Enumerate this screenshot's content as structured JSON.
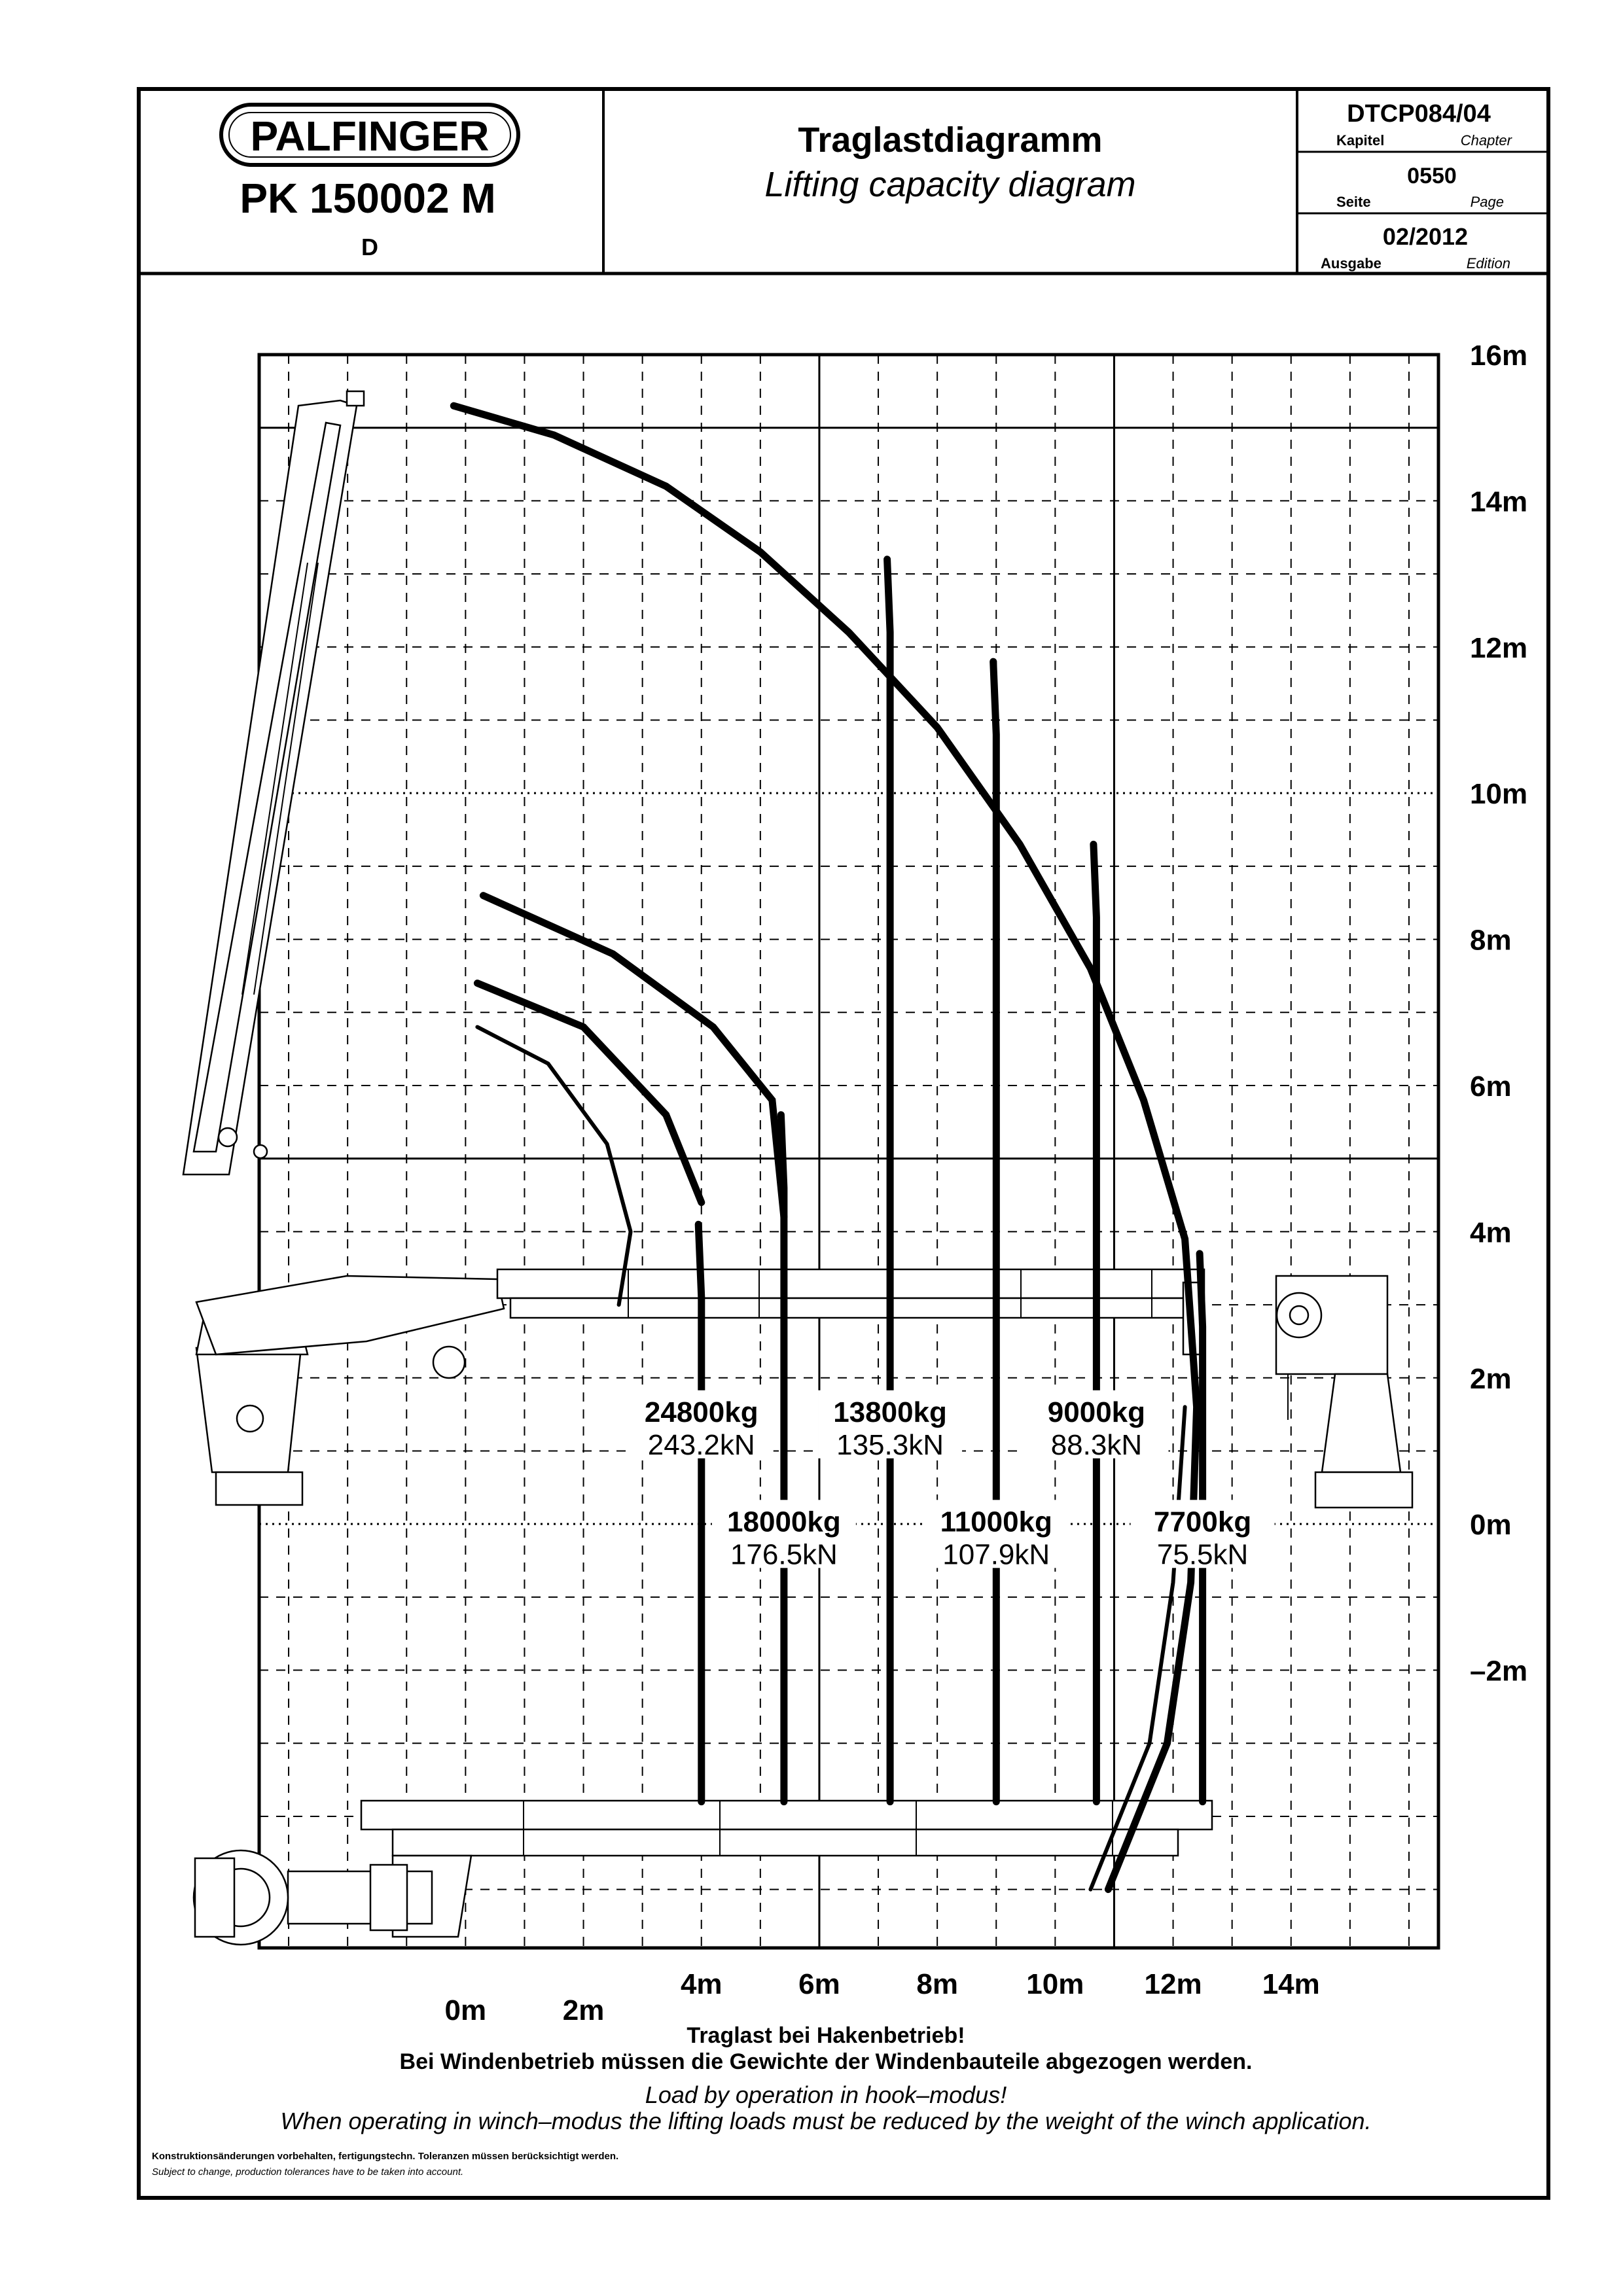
{
  "header": {
    "brand": "PALFINGER",
    "model": "PK 150002 M",
    "variant": "D",
    "title_de": "Traglastdiagramm",
    "title_en": "Lifting capacity diagram",
    "doc_code": "DTCP084/04",
    "chapter_label_de": "Kapitel",
    "chapter_label_en": "Chapter",
    "page_number": "0550",
    "page_label_de": "Seite",
    "page_label_en": "Page",
    "edition": "02/2012",
    "edition_label_de": "Ausgabe",
    "edition_label_en": "Edition"
  },
  "chart_data": {
    "type": "load-chart",
    "x_unit": "m",
    "y_unit": "m",
    "xlim": [
      -3.5,
      16.5
    ],
    "ylim": [
      -5.8,
      16
    ],
    "y_ticks": [
      "16m",
      "14m",
      "12m",
      "10m",
      "8m",
      "6m",
      "4m",
      "2m",
      "0m",
      "–2m"
    ],
    "x_ticks": [
      "0m",
      "2m",
      "4m",
      "6m",
      "8m",
      "10m",
      "12m",
      "14m"
    ],
    "load_zones": [
      {
        "kg": "24800kg",
        "kn": "243.2kN",
        "outreach_m": 4.0
      },
      {
        "kg": "18000kg",
        "kn": "176.5kN",
        "outreach_m": 5.4
      },
      {
        "kg": "13800kg",
        "kn": "135.3kN",
        "outreach_m": 7.2
      },
      {
        "kg": "11000kg",
        "kn": "107.9kN",
        "outreach_m": 9.0
      },
      {
        "kg": "9000kg",
        "kn": "88.3kN",
        "outreach_m": 10.7
      },
      {
        "kg": "7700kg",
        "kn": "75.5kN",
        "outreach_m": 12.5
      }
    ]
  },
  "notes": {
    "hook_de": "Traglast bei Hakenbetrieb!",
    "winch_de": "Bei Windenbetrieb müssen die Gewichte der Windenbauteile abgezogen werden.",
    "hook_en": "Load by operation in hook–modus!",
    "winch_en": "When operating in winch–modus the lifting loads must be reduced by the weight of the winch application.",
    "disclaimer_de": "Konstruktionsänderungen vorbehalten, fertigungstechn. Toleranzen müssen berücksichtigt werden.",
    "disclaimer_en": "Subject to change, production tolerances have to be taken into account."
  }
}
